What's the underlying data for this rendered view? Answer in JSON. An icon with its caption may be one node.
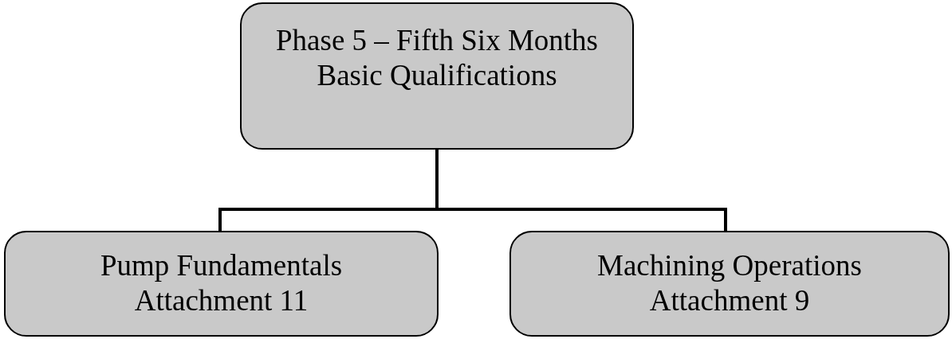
{
  "diagram": {
    "nodes": [
      {
        "text": [
          "Phase 5 – Fifth Six Months",
          "Basic Qualifications"
        ]
      },
      {
        "text": [
          "Pump Fundamentals",
          "Attachment 11"
        ]
      },
      {
        "text": [
          "Machining Operations",
          "Attachment 9"
        ]
      }
    ],
    "edges": [
      {
        "from": 0,
        "to": 1,
        "arrow": "none"
      },
      {
        "from": 0,
        "to": 2,
        "arrow": "none"
      }
    ]
  }
}
